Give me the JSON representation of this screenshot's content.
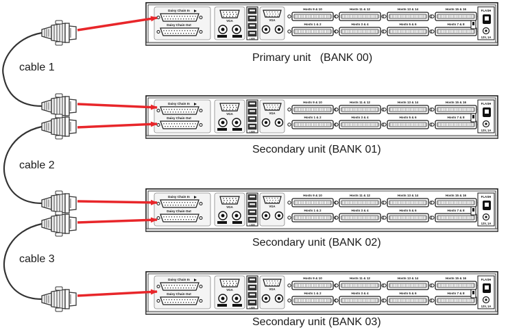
{
  "units": [
    {
      "id": "primary",
      "caption": "Primary unit   (BANK 00)",
      "daisy_in": "Daisy Chain In",
      "daisy_out": "Daisy Chain Out",
      "vga": "VGA",
      "usb": "USB",
      "hosts_top": [
        "Hosts 9 & 10",
        "Hosts 11 & 12",
        "Hosts 13 & 14",
        "Hosts 15 & 16"
      ],
      "hosts_bottom": [
        "Hosts 1 & 2",
        "Hosts 3 & 4",
        "Hosts 5 & 6",
        "Hosts 7 & 8"
      ],
      "flash": "FLASH",
      "power": "12V, 1A"
    },
    {
      "id": "secondary-01",
      "caption": "Secondary unit (BANK 01)",
      "daisy_in": "Daisy Chain In",
      "daisy_out": "Daisy Chain Out",
      "vga": "VGA",
      "usb": "USB",
      "hosts_top": [
        "Hosts 9 & 10",
        "Hosts 11 & 12",
        "Hosts 13 & 14",
        "Hosts 15 & 16"
      ],
      "hosts_bottom": [
        "Hosts 1 & 2",
        "Hosts 3 & 4",
        "Hosts 5 & 6",
        "Hosts 7 & 8"
      ],
      "flash": "FLASH",
      "power": "12V, 1A"
    },
    {
      "id": "secondary-02",
      "caption": "Secondary unit (BANK 02)",
      "daisy_in": "Daisy Chain In",
      "daisy_out": "Daisy Chain Out",
      "vga": "VGA",
      "usb": "USB",
      "hosts_top": [
        "Hosts 9 & 10",
        "Hosts 11 & 12",
        "Hosts 13 & 14",
        "Hosts 15 & 16"
      ],
      "hosts_bottom": [
        "Hosts 1 & 2",
        "Hosts 3 & 4",
        "Hosts 5 & 6",
        "Hosts 7 & 8"
      ],
      "flash": "FLASH",
      "power": "12V, 1A"
    },
    {
      "id": "secondary-03",
      "caption": "Secondary unit (BANK 03)",
      "daisy_in": "Daisy Chain In",
      "daisy_out": "Daisy Chain Out",
      "vga": "VGA",
      "usb": "USB",
      "hosts_top": [
        "Hosts 9 & 10",
        "Hosts 11 & 12",
        "Hosts 13 & 14",
        "Hosts 15 & 16"
      ],
      "hosts_bottom": [
        "Hosts 1 & 2",
        "Hosts 3 & 4",
        "Hosts 5 & 6",
        "Hosts 7 & 8"
      ],
      "flash": "FLASH",
      "power": "12V, 1A"
    }
  ],
  "cables": [
    {
      "label": "cable 1"
    },
    {
      "label": "cable 2"
    },
    {
      "label": "cable 3"
    }
  ],
  "colors": {
    "arrow": "#e8262a",
    "panel_outline": "#1a1a1a",
    "panel_fill": "#ffffff",
    "cable": "#333333",
    "connector_fill": "#f2f2f2"
  }
}
